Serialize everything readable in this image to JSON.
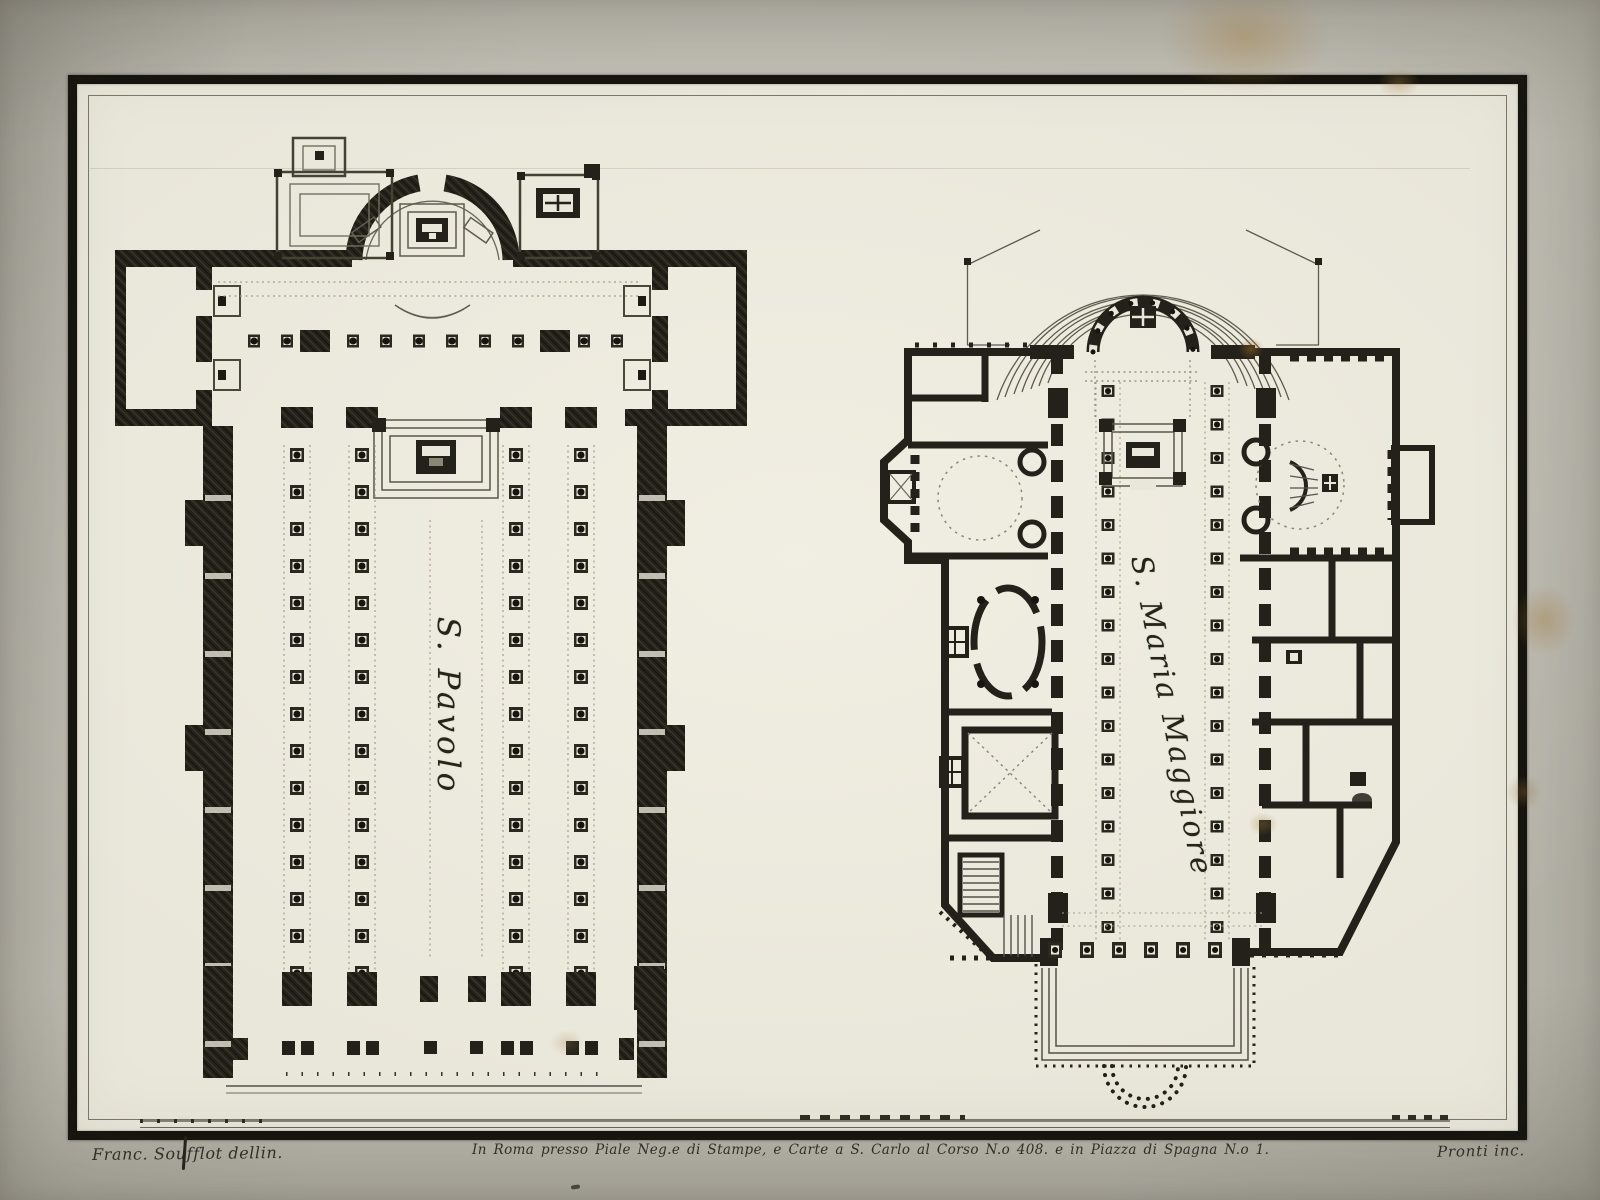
{
  "artwork": {
    "plans": {
      "left": {
        "title": "S. Pavolo"
      },
      "right": {
        "title": "S. Maria  Maggiore"
      }
    },
    "imprint": {
      "delineator": "Franc. Soufflot dellin.",
      "publisher": "In Roma presso  Piale Neg.e di Stampe, e Carte a S. Carlo al Corso N.o 408. e in Piazza di Spagna  N.o 1.",
      "engraver": "Pronti inc."
    },
    "palette": {
      "paper": "#c6c3b9",
      "plate_cream": "#e9e6da",
      "ink": "#23211a",
      "light_line": "#5f5b4d",
      "stain": "#ac8646"
    }
  }
}
